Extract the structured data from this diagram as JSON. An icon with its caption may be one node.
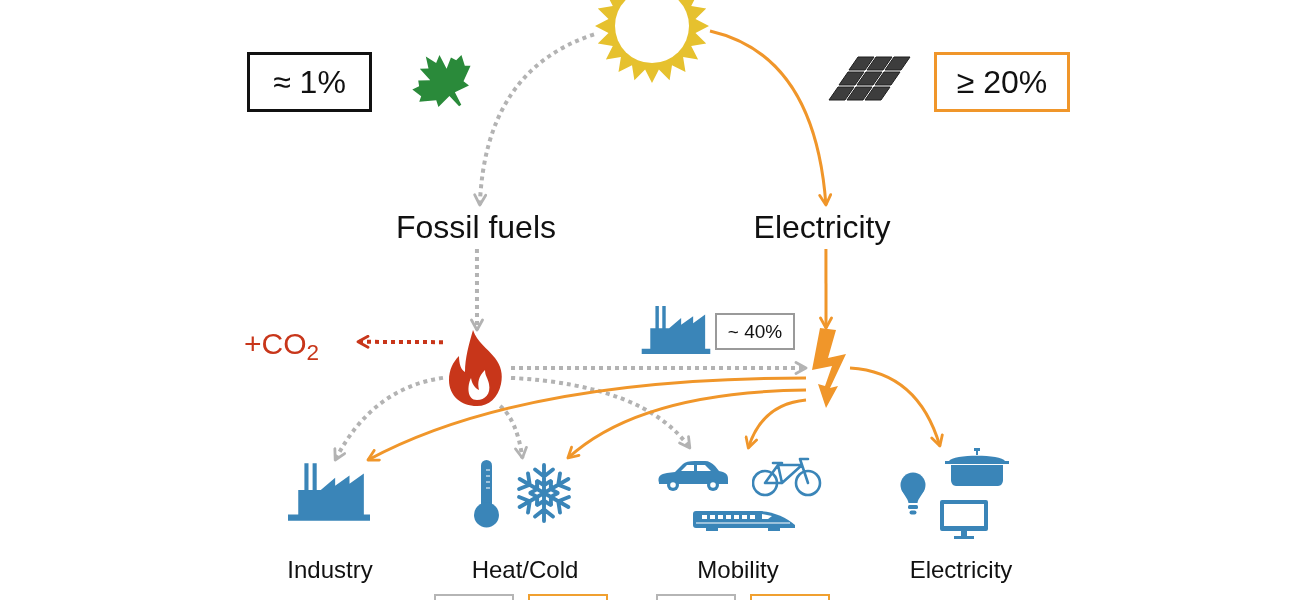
{
  "diagram": {
    "nodes": [
      {
        "text": [],
        "shape": "picture"
      },
      {
        "text": [
          "≈ 1%"
        ]
      },
      {
        "text": [
          "≥ 20%"
        ]
      },
      {
        "text": [
          "Fossil fuels"
        ]
      },
      {
        "text": [
          "Electricity"
        ]
      },
      {
        "text": [
          "+CO$_{2}$"
        ]
      },
      {
        "text": [],
        "shape": "picture"
      },
      {
        "text": [
          "~ 40%"
        ]
      },
      {
        "text": [],
        "shape": "picture"
      },
      {
        "text": [
          "Industry"
        ]
      },
      {
        "text": [
          "Heat/Cold"
        ]
      },
      {
        "text": [
          "Mobility"
        ]
      },
      {
        "text": [
          "Electricity"
        ]
      },
      {
        "text": [],
        "shape": "box"
      },
      {
        "text": [],
        "shape": "box"
      },
      {
        "text": [],
        "shape": "box"
      },
      {
        "text": [],
        "shape": "box"
      }
    ],
    "edges": [
      {
        "from": 0,
        "to": 3,
        "arrow": "to",
        "style": "dashed",
        "color": "#b3b3b3"
      },
      {
        "from": 0,
        "to": 4,
        "arrow": "to",
        "color": "#f0962a"
      },
      {
        "from": 3,
        "to": 6,
        "arrow": "to",
        "style": "dashed",
        "color": "#b3b3b3"
      },
      {
        "from": 4,
        "to": 8,
        "arrow": "to",
        "color": "#f0962a"
      },
      {
        "from": 6,
        "to": 5,
        "arrow": "to",
        "style": "dashed",
        "color": "#c8361a"
      },
      {
        "from": 6,
        "to": 8,
        "arrow": "to",
        "style": "dashed",
        "color": "#b3b3b3"
      },
      {
        "from": 6,
        "to": 9,
        "arrow": "to",
        "style": "dashed",
        "color": "#b3b3b3"
      },
      {
        "from": 6,
        "to": 10,
        "arrow": "to",
        "style": "dashed",
        "color": "#b3b3b3"
      },
      {
        "from": 6,
        "to": 11,
        "arrow": "to",
        "style": "dashed",
        "color": "#b3b3b3"
      },
      {
        "from": 8,
        "to": 9,
        "arrow": "to",
        "color": "#f0962a"
      },
      {
        "from": 8,
        "to": 10,
        "arrow": "to",
        "color": "#f0962a"
      },
      {
        "from": 8,
        "to": 11,
        "arrow": "to",
        "color": "#f0962a"
      },
      {
        "from": 8,
        "to": 12,
        "arrow": "to",
        "color": "#f0962a"
      }
    ]
  }
}
